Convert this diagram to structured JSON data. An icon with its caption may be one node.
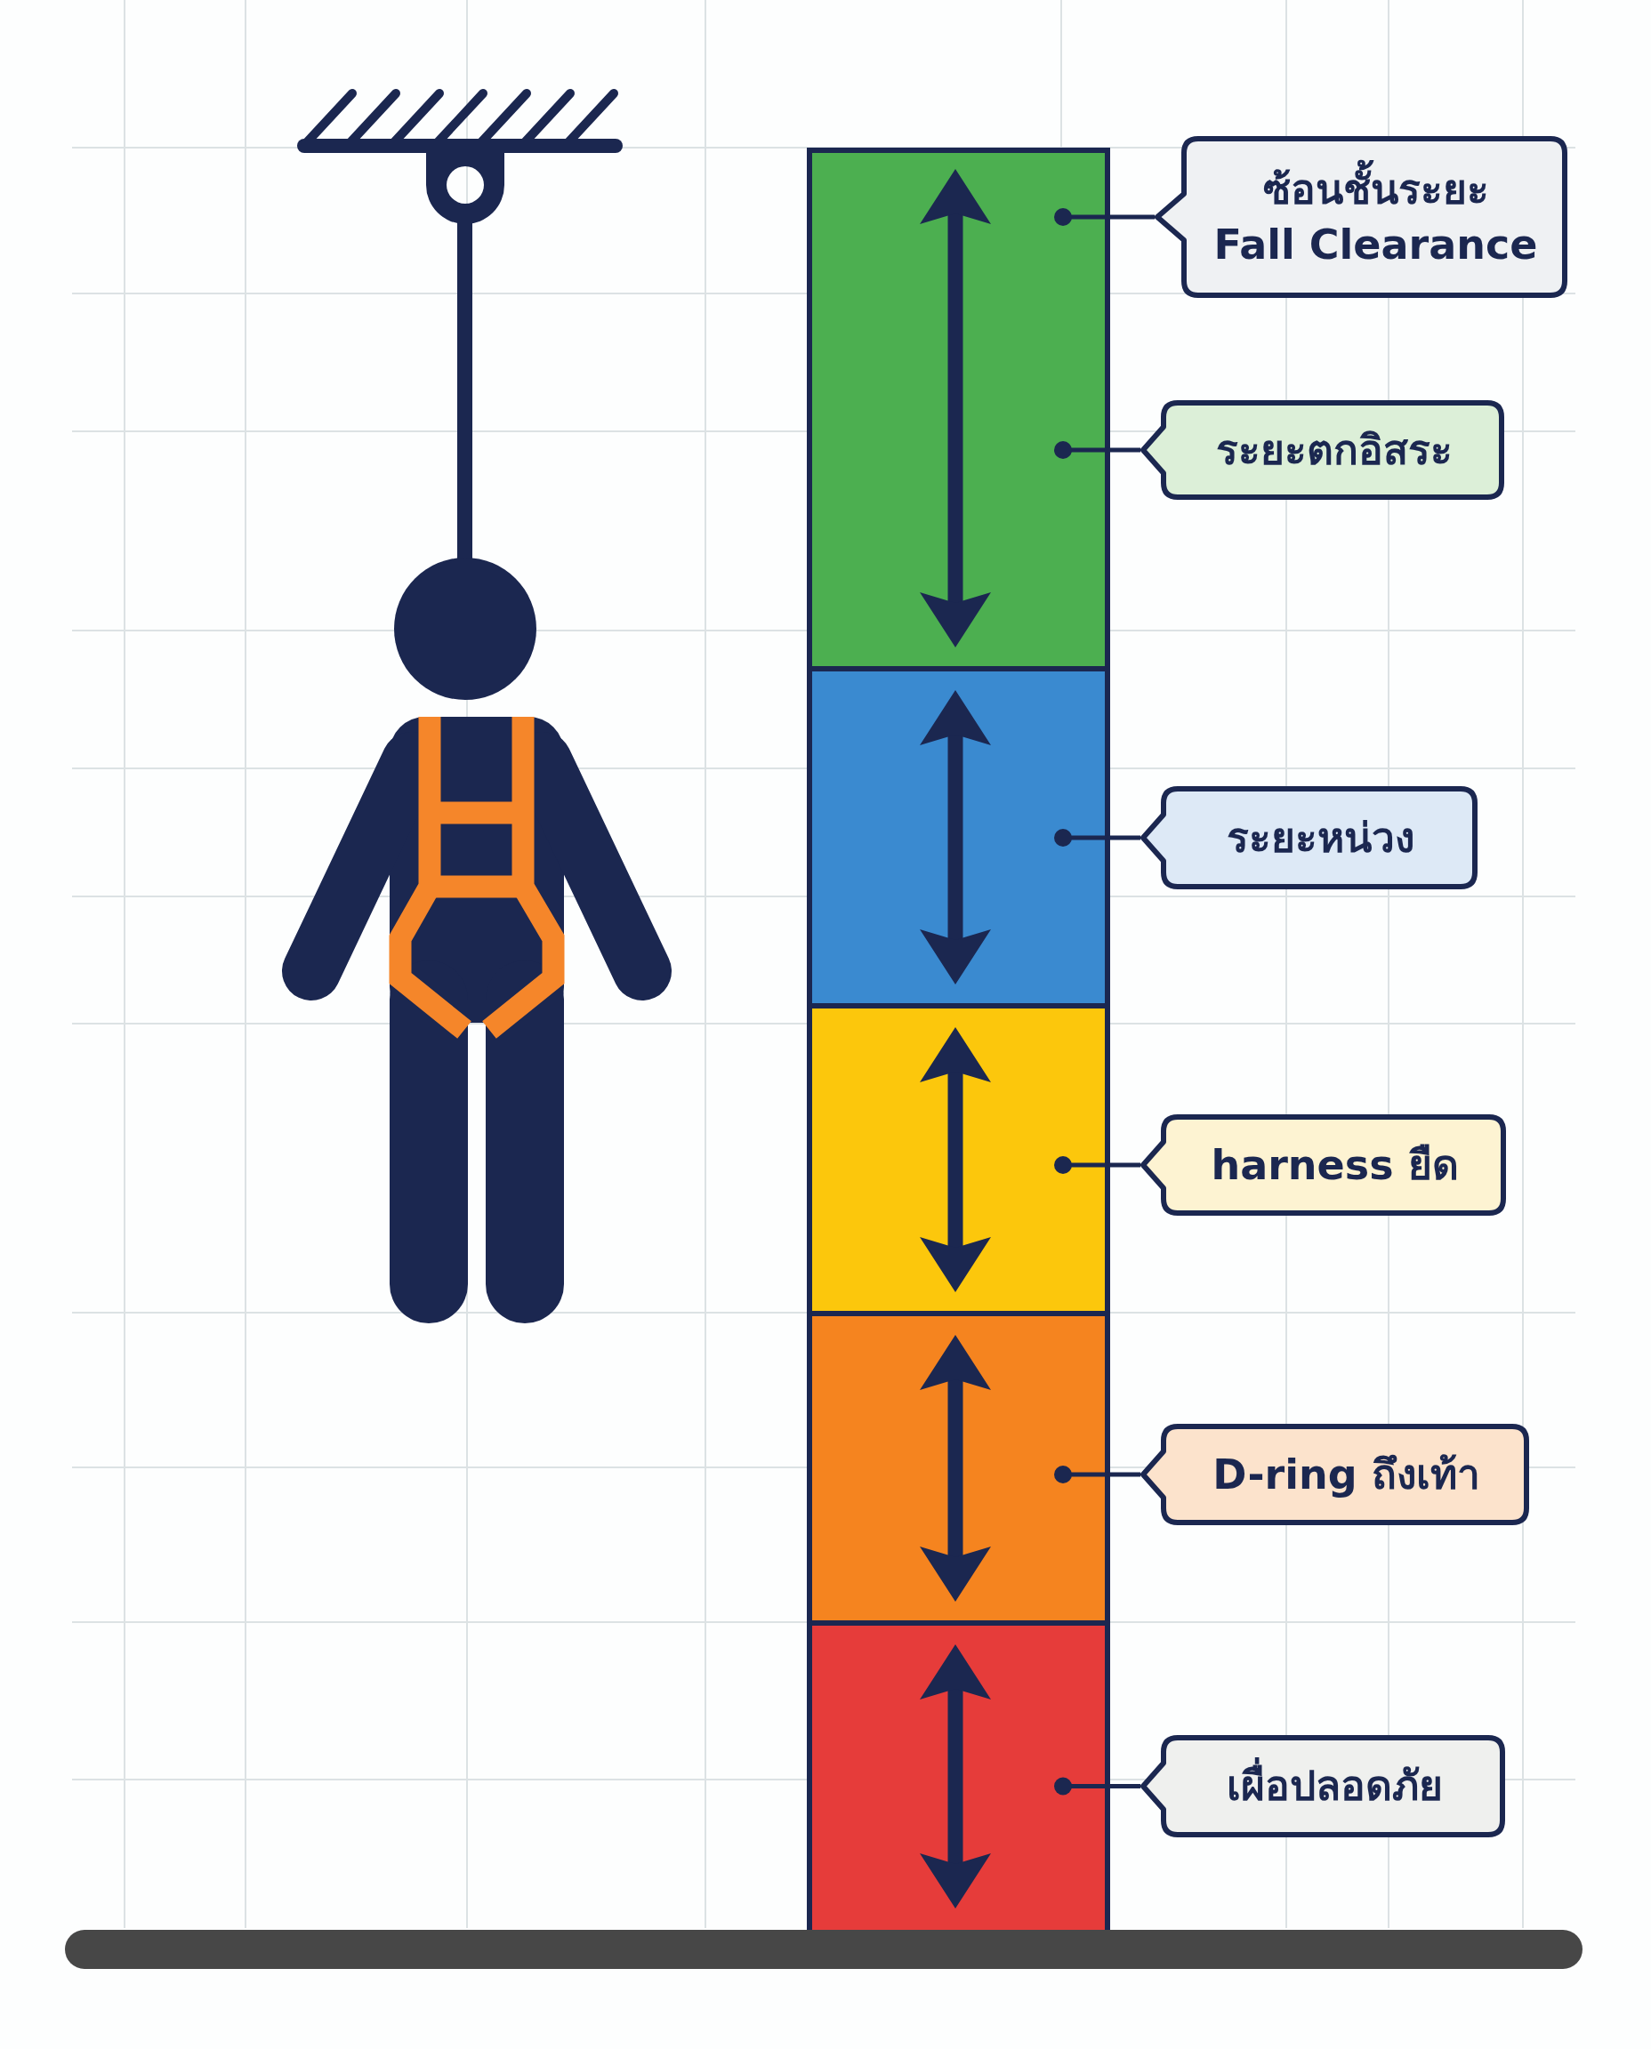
{
  "diagram": {
    "nodes": [
      {
        "text": [],
        "shape": "bar"
      },
      {
        "text": [],
        "shape": "bar"
      },
      {
        "text": [],
        "shape": "bar"
      },
      {
        "text": [],
        "shape": "bar"
      },
      {
        "text": [],
        "shape": "bar"
      },
      {
        "text": [
          "ซ้อนชั้นระยะ",
          "Fall Clearance"
        ]
      },
      {
        "text": [
          "ระยะตกอิสระ"
        ]
      },
      {
        "text": [
          "ระยะหน่วง"
        ]
      },
      {
        "text": [
          "harness ยืด"
        ]
      },
      {
        "text": [
          "D-ring ถึงเท้า"
        ]
      },
      {
        "text": [
          "เผื่อปลอดภัย"
        ]
      }
    ],
    "edges": [
      {
        "from": 5,
        "to": 0,
        "arrow": "other"
      },
      {
        "from": 6,
        "to": 0,
        "arrow": "other"
      },
      {
        "from": 7,
        "to": 1,
        "arrow": "other"
      },
      {
        "from": 8,
        "to": 2,
        "arrow": "other"
      },
      {
        "from": 9,
        "to": 3,
        "arrow": "other"
      },
      {
        "from": 10,
        "to": 4,
        "arrow": "other"
      }
    ]
  }
}
